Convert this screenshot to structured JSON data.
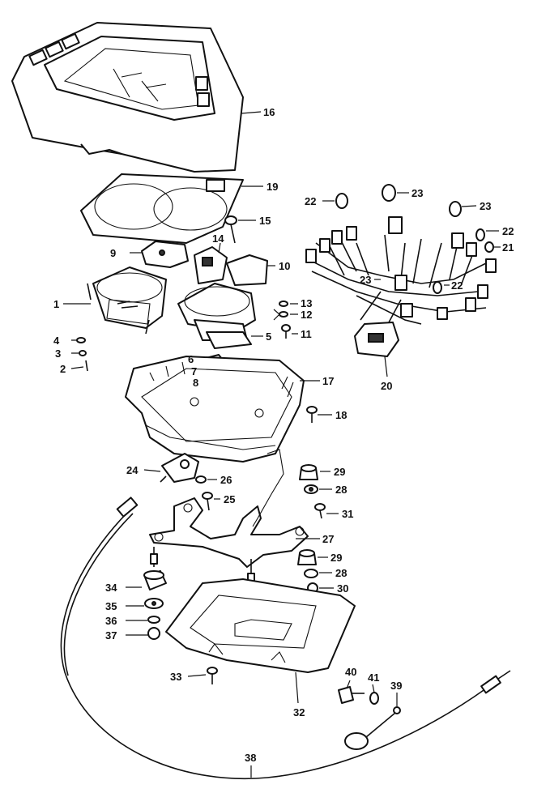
{
  "callouts": [
    {
      "id": "c1",
      "text": "1"
    },
    {
      "id": "c2",
      "text": "2"
    },
    {
      "id": "c3",
      "text": "3"
    },
    {
      "id": "c4",
      "text": "4"
    },
    {
      "id": "c5",
      "text": "5"
    },
    {
      "id": "c6",
      "text": "6"
    },
    {
      "id": "c7",
      "text": "7"
    },
    {
      "id": "c8",
      "text": "8"
    },
    {
      "id": "c9",
      "text": "9"
    },
    {
      "id": "c10",
      "text": "10"
    },
    {
      "id": "c11",
      "text": "11"
    },
    {
      "id": "c12",
      "text": "12"
    },
    {
      "id": "c13",
      "text": "13"
    },
    {
      "id": "c14",
      "text": "14"
    },
    {
      "id": "c15",
      "text": "15"
    },
    {
      "id": "c16",
      "text": "16"
    },
    {
      "id": "c17",
      "text": "17"
    },
    {
      "id": "c18",
      "text": "18"
    },
    {
      "id": "c19",
      "text": "19"
    },
    {
      "id": "c20",
      "text": "20"
    },
    {
      "id": "c21",
      "text": "21"
    },
    {
      "id": "c22a",
      "text": "22"
    },
    {
      "id": "c22b",
      "text": "22"
    },
    {
      "id": "c22c",
      "text": "22"
    },
    {
      "id": "c23a",
      "text": "23"
    },
    {
      "id": "c23b",
      "text": "23"
    },
    {
      "id": "c23c",
      "text": "23"
    },
    {
      "id": "c24",
      "text": "24"
    },
    {
      "id": "c25",
      "text": "25"
    },
    {
      "id": "c26",
      "text": "26"
    },
    {
      "id": "c27",
      "text": "27"
    },
    {
      "id": "c28a",
      "text": "28"
    },
    {
      "id": "c28b",
      "text": "28"
    },
    {
      "id": "c29a",
      "text": "29"
    },
    {
      "id": "c29b",
      "text": "29"
    },
    {
      "id": "c30",
      "text": "30"
    },
    {
      "id": "c31",
      "text": "31"
    },
    {
      "id": "c32",
      "text": "32"
    },
    {
      "id": "c33",
      "text": "33"
    },
    {
      "id": "c34",
      "text": "34"
    },
    {
      "id": "c35",
      "text": "35"
    },
    {
      "id": "c36",
      "text": "36"
    },
    {
      "id": "c37",
      "text": "37"
    },
    {
      "id": "c38",
      "text": "38"
    },
    {
      "id": "c39",
      "text": "39"
    },
    {
      "id": "c40",
      "text": "40"
    },
    {
      "id": "c41",
      "text": "41"
    }
  ]
}
